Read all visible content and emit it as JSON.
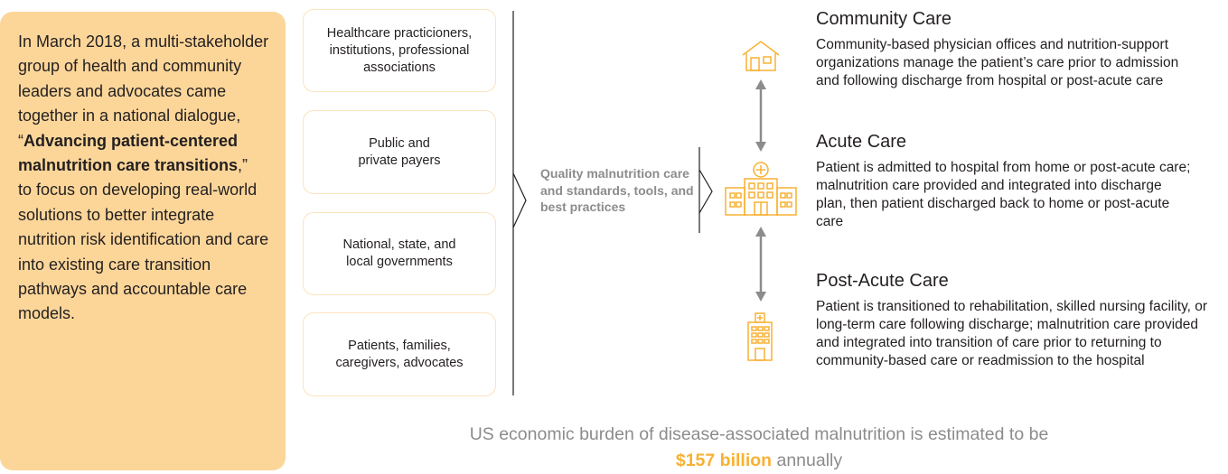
{
  "intro": {
    "before": "In March 2018, a multi-stakeholder group of health and community leaders and advocates came together in a national dialogue, “",
    "highlight": "Advancing patient-centered malnutrition care transitions",
    "after_quote": ",”",
    "after": "to focus on developing real-world solutions to better integrate nutrition risk identification and care into existing care transition pathways and accountable care models."
  },
  "stakeholders": [
    {
      "lines": [
        "Healthcare practicioners,",
        "institutions, professional",
        "associations"
      ]
    },
    {
      "lines": [
        "Public and",
        "private payers"
      ]
    },
    {
      "lines": [
        "National, state, and",
        "local governments"
      ]
    },
    {
      "lines": [
        "Patients, families,",
        "caregivers, advocates"
      ]
    }
  ],
  "center_label": "Quality malnutrition care and standards, tools, and best practices",
  "care_settings": [
    {
      "title": "Community Care",
      "icon": "house-icon",
      "desc": "Community-based physician offices and nutrition-support organizations manage the patient’s care prior to admission and following discharge from hospital or post-acute care"
    },
    {
      "title": "Acute Care",
      "icon": "hospital-icon",
      "desc": "Patient is admitted to hospital from home or post-acute care; malnutrition care provided and integrated into discharge plan, then patient discharged back to home or post-acute care"
    },
    {
      "title": "Post-Acute Care",
      "icon": "care-facility-icon",
      "desc": "Patient is transitioned to rehabilitation, skilled nursing facility, or long-term care following discharge; malnutrition care provided and integrated into transition of care prior to returning to community-based care or readmission to the hospital"
    }
  ],
  "footer": {
    "before": "US economic burden of disease-associated malnutrition is estimated to be",
    "amount": "$157 billion",
    "after": "annually"
  },
  "colors": {
    "intro_bg": "#fcd699",
    "accent": "#f8b133",
    "muted": "#8c8c8c",
    "box_border": "#fbe3bd",
    "arrow": "#8c8c8c"
  }
}
